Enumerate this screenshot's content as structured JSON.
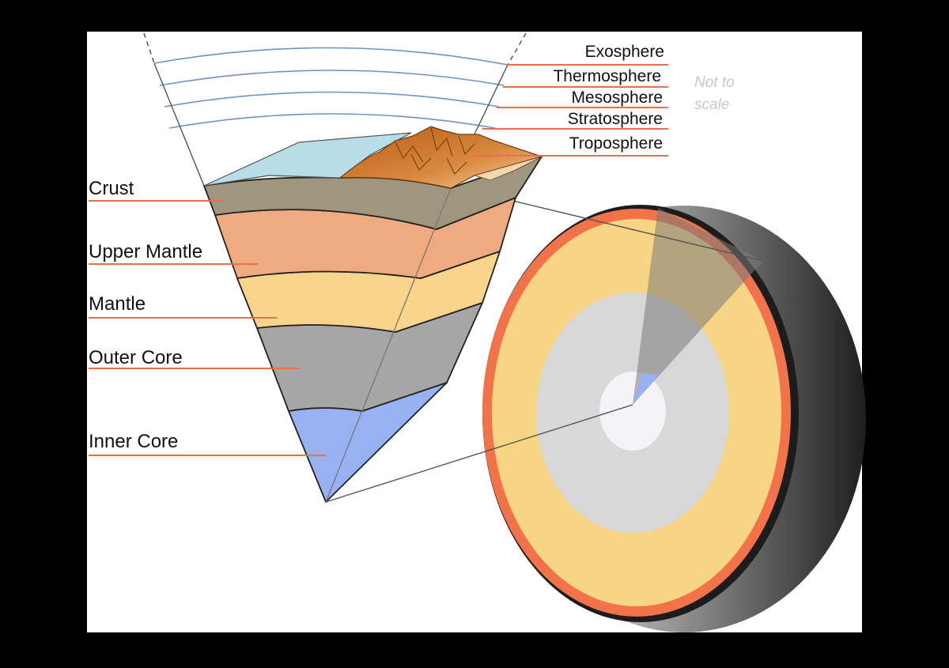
{
  "interior_layers": [
    {
      "label": "Crust",
      "color": "#a09680"
    },
    {
      "label": "Upper Mantle",
      "color": "#f0aa80"
    },
    {
      "label": "Mantle",
      "color": "#f9d48a"
    },
    {
      "label": "Outer Core",
      "color": "#a6a6a6"
    },
    {
      "label": "Inner Core",
      "color": "#98b1f2"
    }
  ],
  "atmosphere_layers": [
    {
      "label": "Exosphere"
    },
    {
      "label": "Thermosphere"
    },
    {
      "label": "Mesosphere"
    },
    {
      "label": "Stratosphere"
    },
    {
      "label": "Troposphere"
    }
  ],
  "note": {
    "line1": "Not to",
    "line2": "scale"
  },
  "colors": {
    "label_line": "#e87050",
    "ocean": "#b7dde9",
    "mountain": "#c86a1c",
    "atmosphere_arc": "#6f93c4",
    "sphere_outer": "#f2724a",
    "sphere_mantle": "#f8d584",
    "sphere_outer_core": "#d8d8d8",
    "sphere_inner_core": "#f3f3f8"
  }
}
